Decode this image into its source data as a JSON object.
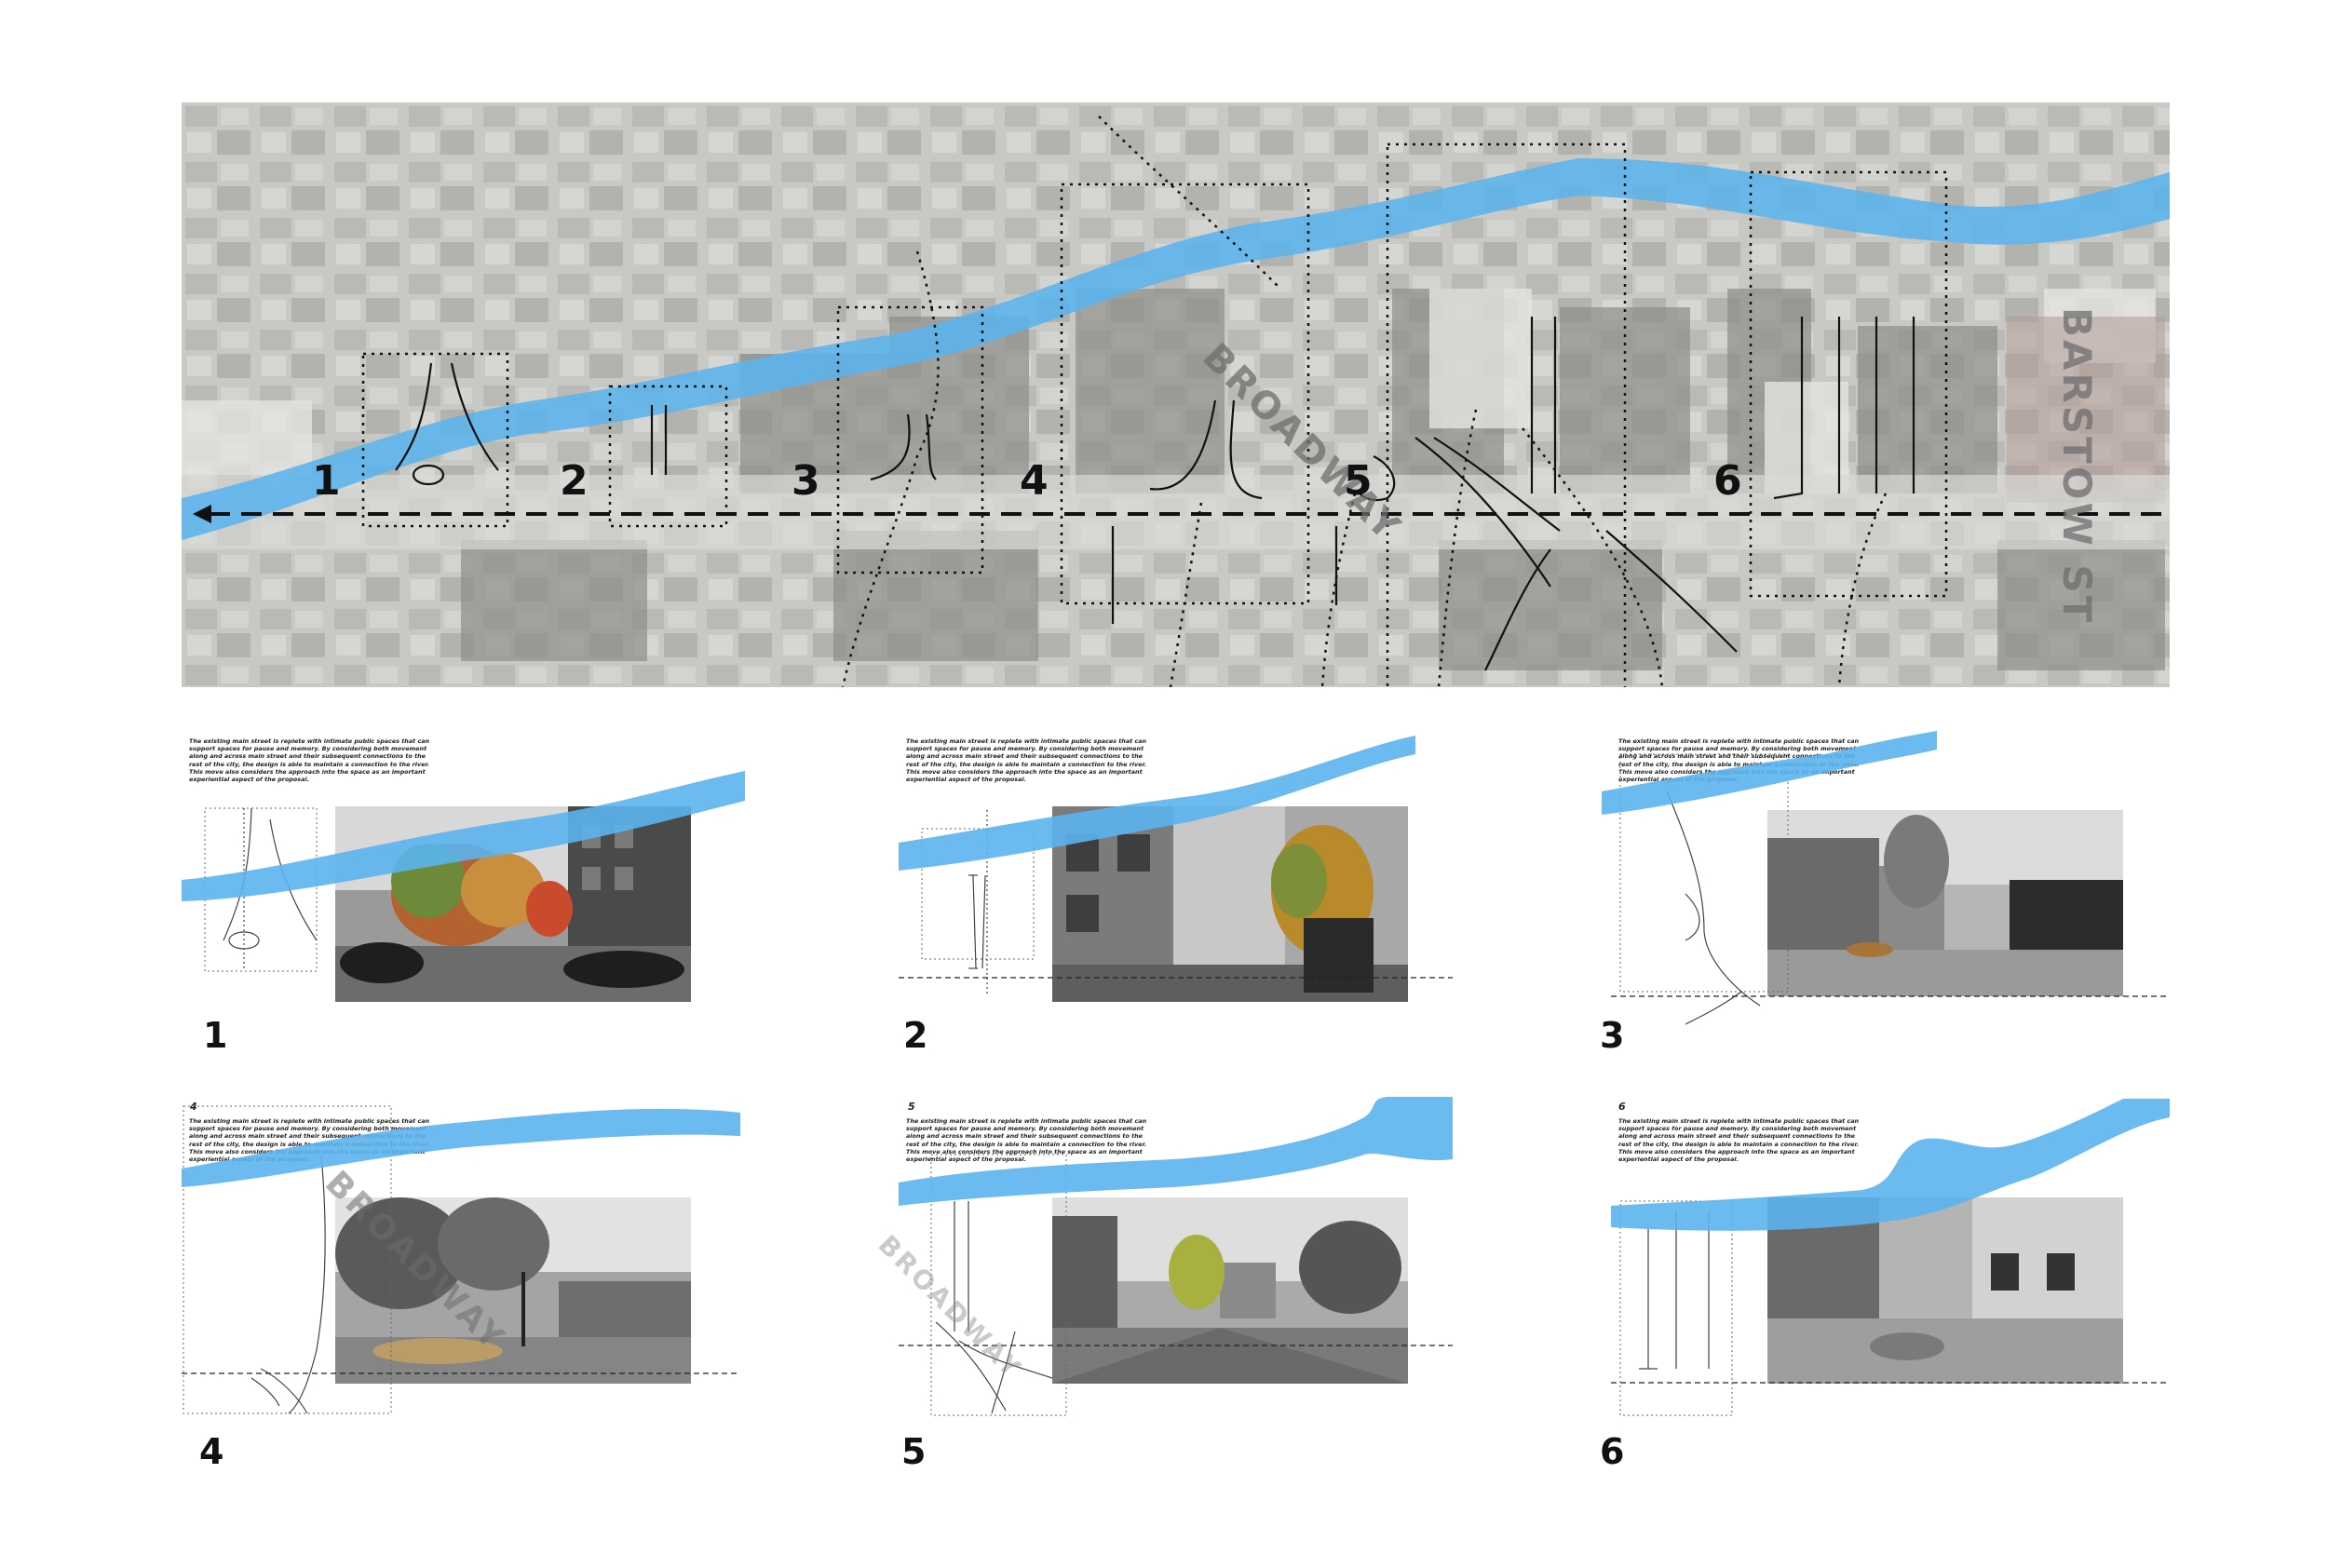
{
  "map": {
    "zone_labels": [
      "1",
      "2",
      "3",
      "4",
      "5",
      "6"
    ],
    "streets": {
      "broadway": "BROADWAY",
      "barstow": "BARSTOW ST"
    },
    "colors": {
      "river": "#5bb4ee",
      "base": "#c9c9c6",
      "line": "#111111"
    }
  },
  "panels": [
    {
      "number": "1",
      "small_number": "",
      "text": "The existing main street is replete with intimate public spaces that can support spaces for pause and memory. By considering both movement along and across main street and their subsequent connections to the rest of the city, the design is able to maintain a connection to the river. This move also considers the approach into the space as an important experiential aspect of the proposal."
    },
    {
      "number": "2",
      "small_number": "",
      "text": "The existing main street is replete with intimate public spaces that can support spaces for pause and memory. By considering both movement along and across main street and their subsequent connections to the rest of the city, the design is able to maintain a connection to the river. This move also considers the approach into the space as an important experiential aspect of the proposal."
    },
    {
      "number": "3",
      "small_number": "",
      "text": "The existing main street is replete with intimate public spaces that can support spaces for pause and memory. By considering both movement along and across main street and their subsequent connections to the rest of the city, the design is able to maintain a connection to the river. This move also considers the approach into the space as an important experiential aspect of the proposal."
    },
    {
      "number": "4",
      "small_number": "4",
      "text": "The existing main street is replete with intimate public spaces that can support spaces for pause and memory. By considering both movement along and across main street and their subsequent connections to the rest of the city, the design is able to maintain a connection to the river. This move also considers the approach into the space as an important experiential aspect of the proposal."
    },
    {
      "number": "5",
      "small_number": "5",
      "text": "The existing main street is replete with intimate public spaces that can support spaces for pause and memory. By considering both movement along and across main street and their subsequent connections to the rest of the city, the design is able to maintain a connection to the river. This move also considers the approach into the space as an important experiential aspect of the proposal."
    },
    {
      "number": "6",
      "small_number": "6",
      "text": "The existing main street is replete with intimate public spaces that can support spaces for pause and memory. By considering both movement along and across main street and their subsequent connections to the rest of the city, the design is able to maintain a connection to the river. This move also considers the approach into the space as an important experiential aspect of the proposal."
    }
  ]
}
